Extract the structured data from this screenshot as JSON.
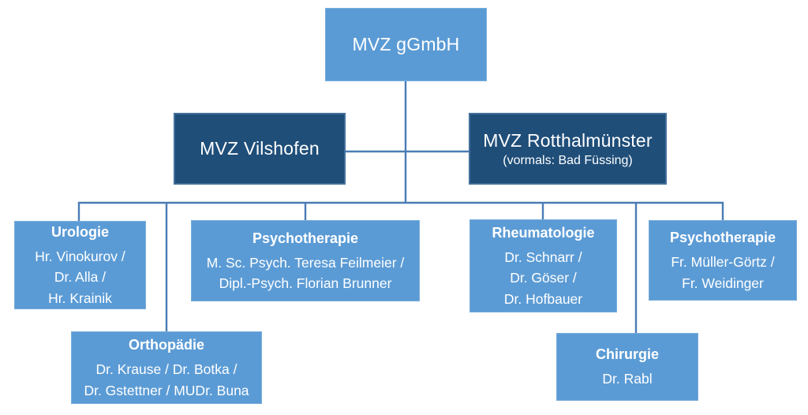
{
  "palette": {
    "box_light": "#5B9BD5",
    "box_dark": "#1F4E79",
    "line_color": "#4A7CB5",
    "text_color": "#FFFFFF",
    "background": "#FFFFFF"
  },
  "root": {
    "label": "MVZ gGmbH"
  },
  "branches": [
    {
      "label": "MVZ Vilshofen",
      "sublabel": ""
    },
    {
      "label": "MVZ Rotthalmünster",
      "sublabel": "(vormals: Bad Füssing)"
    }
  ],
  "departments": [
    {
      "title": "Urologie",
      "lines": [
        "Hr. Vinokurov /",
        "Dr. Alla /",
        "Hr. Krainik"
      ]
    },
    {
      "title": "Psychotherapie",
      "lines": [
        "M. Sc. Psych. Teresa Feilmeier /",
        "Dipl.-Psych. Florian Brunner"
      ]
    },
    {
      "title": "Orthopädie",
      "lines": [
        "Dr. Krause / Dr. Botka /",
        "Dr. Gstettner / MUDr. Buna"
      ]
    },
    {
      "title": "Rheumatologie",
      "lines": [
        "Dr. Schnarr /",
        "Dr. Göser /",
        "Dr. Hofbauer"
      ]
    },
    {
      "title": "Chirurgie",
      "lines": [
        "Dr. Rabl"
      ]
    },
    {
      "title": "Psychotherapie",
      "lines": [
        "Fr. Müller-Görtz /",
        "Fr. Weidinger"
      ]
    }
  ]
}
